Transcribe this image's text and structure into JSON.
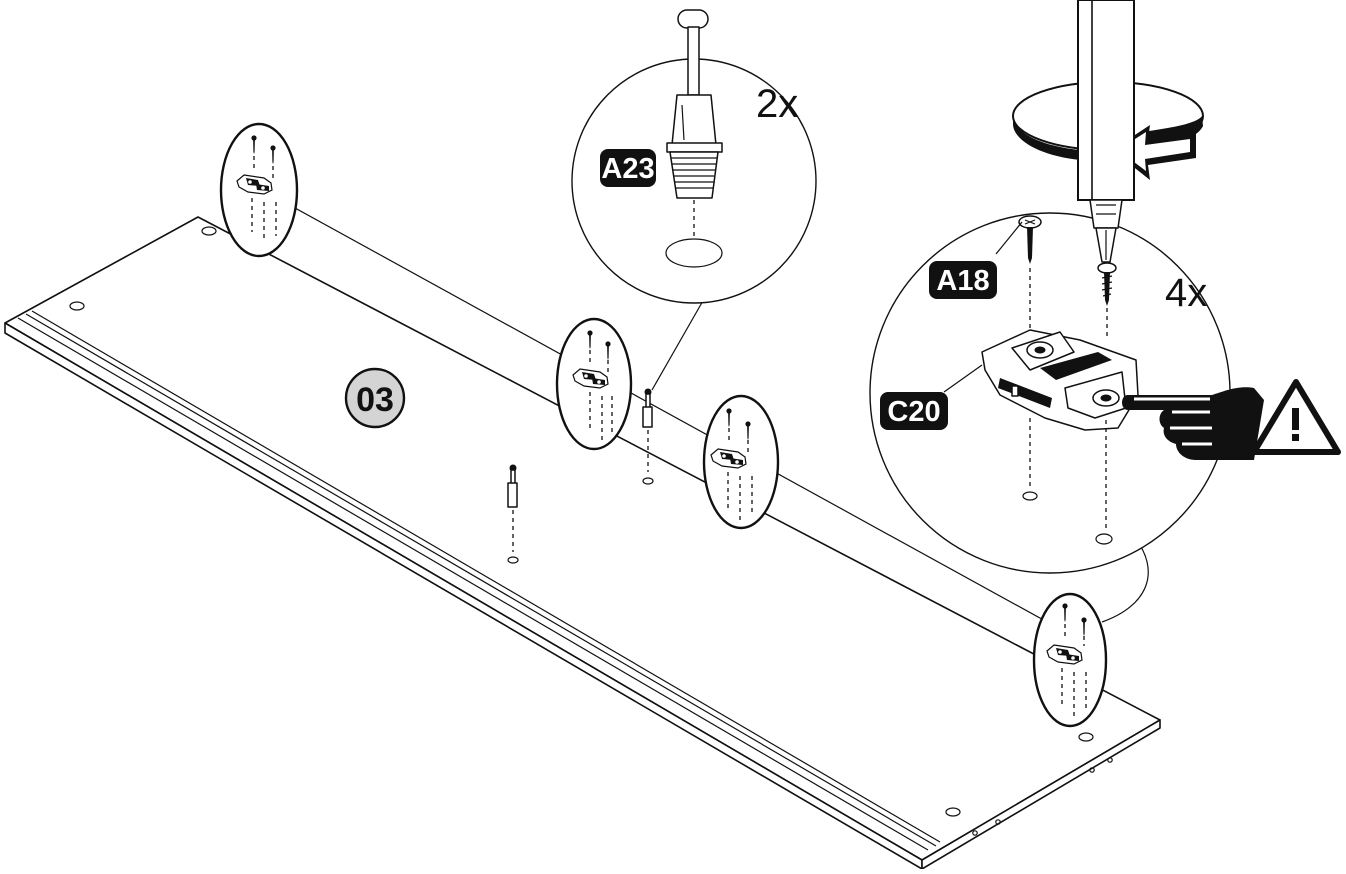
{
  "step": {
    "number": "03"
  },
  "parts": {
    "dowel": {
      "label": "A23",
      "quantity": "2x"
    },
    "screw": {
      "label": "A18"
    },
    "hinge_plate": {
      "label": "C20"
    },
    "screw_and_plate_quantity": "4x"
  },
  "icons": {
    "warning": "warning-triangle-icon",
    "pointing_hand": "pointing-hand-icon",
    "rotate": "clockwise-rotation-arrow-icon",
    "screwdriver": "screwdriver-icon"
  },
  "colors": {
    "ink": "#111111",
    "badge_fill": "#d4d4d4",
    "background": "#ffffff"
  }
}
